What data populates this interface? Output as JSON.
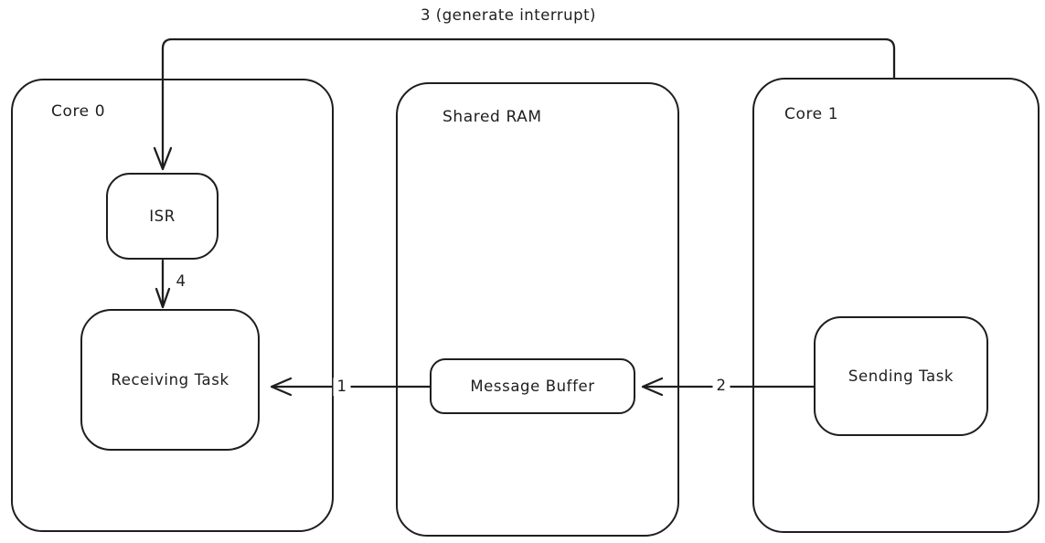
{
  "diagram": {
    "colors": {
      "stroke": "#1e1e1e",
      "background": "#ffffff"
    },
    "containers": [
      {
        "id": "core-0",
        "label": "Core 0"
      },
      {
        "id": "shared-ram",
        "label": "Shared RAM"
      },
      {
        "id": "core-1",
        "label": "Core 1"
      }
    ],
    "nodes": [
      {
        "id": "isr",
        "label": "ISR",
        "container": "core-0"
      },
      {
        "id": "receiving-task",
        "label": "Receiving Task",
        "container": "core-0"
      },
      {
        "id": "message-buffer",
        "label": "Message Buffer",
        "container": "shared-ram"
      },
      {
        "id": "sending-task",
        "label": "Sending Task",
        "container": "core-1"
      }
    ],
    "arrows": [
      {
        "id": "arrow-1",
        "label": "1",
        "from": "message-buffer",
        "to": "receiving-task"
      },
      {
        "id": "arrow-2",
        "label": "2",
        "from": "sending-task",
        "to": "message-buffer"
      },
      {
        "id": "arrow-3",
        "label": "3 (generate interrupt)",
        "from": "core-1",
        "to": "isr"
      },
      {
        "id": "arrow-4",
        "label": "4",
        "from": "isr",
        "to": "receiving-task"
      }
    ]
  }
}
